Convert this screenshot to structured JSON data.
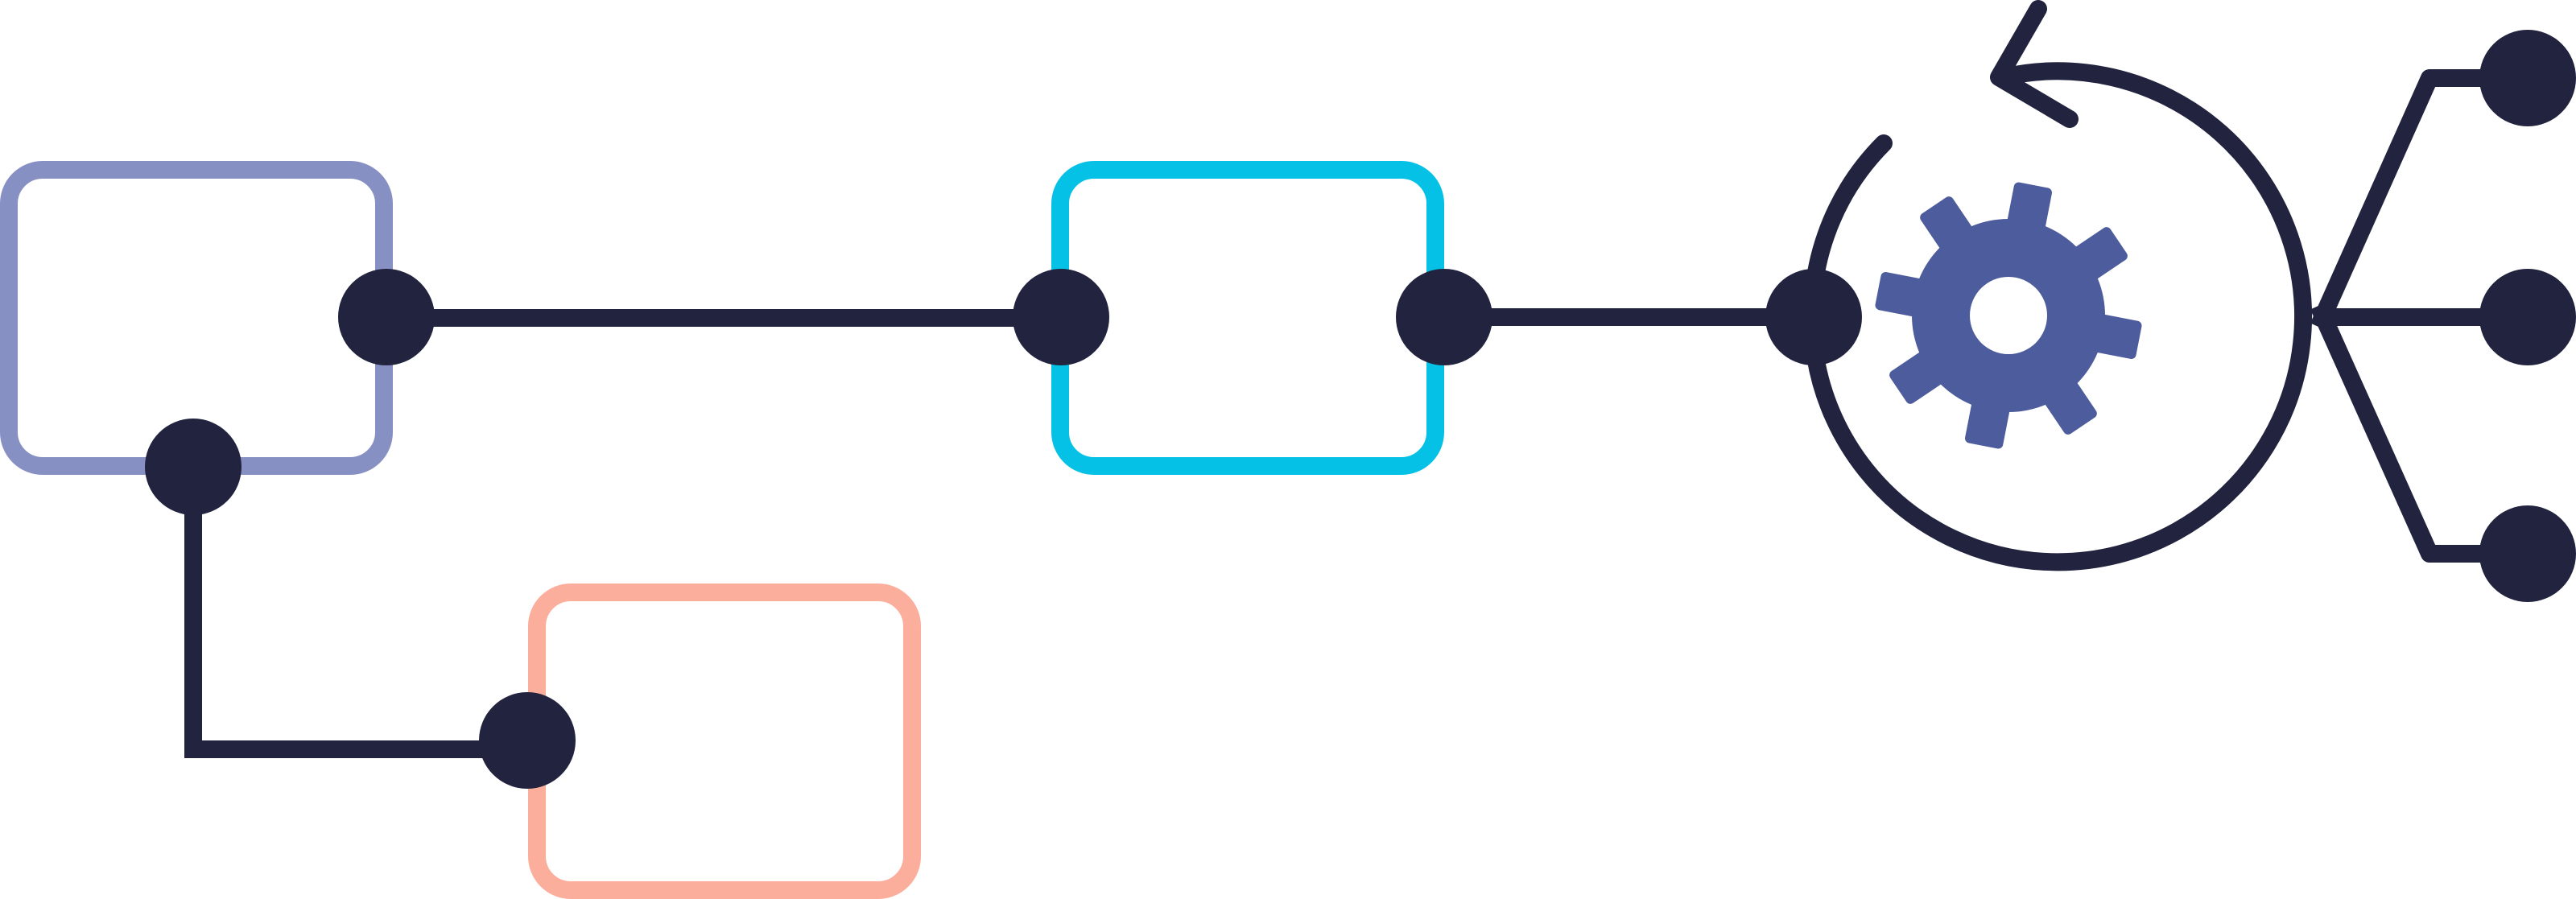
{
  "diagram": {
    "background": "#ffffff",
    "colors": {
      "node": "#22233f",
      "connector": "#22233f",
      "box_purple": "#8790c3",
      "box_cyan": "#06c1e6",
      "box_salmon": "#fcae9c",
      "gear": "#4c5c9c",
      "gear_hole": "#ffffff"
    },
    "boxes": [
      {
        "name": "box-purple",
        "color_key": "box_purple"
      },
      {
        "name": "box-cyan",
        "color_key": "box_cyan"
      },
      {
        "name": "box-salmon",
        "color_key": "box_salmon"
      }
    ],
    "icons": {
      "process": "gear-icon",
      "cycle": "refresh-arrow-icon"
    },
    "outputs": 3
  }
}
